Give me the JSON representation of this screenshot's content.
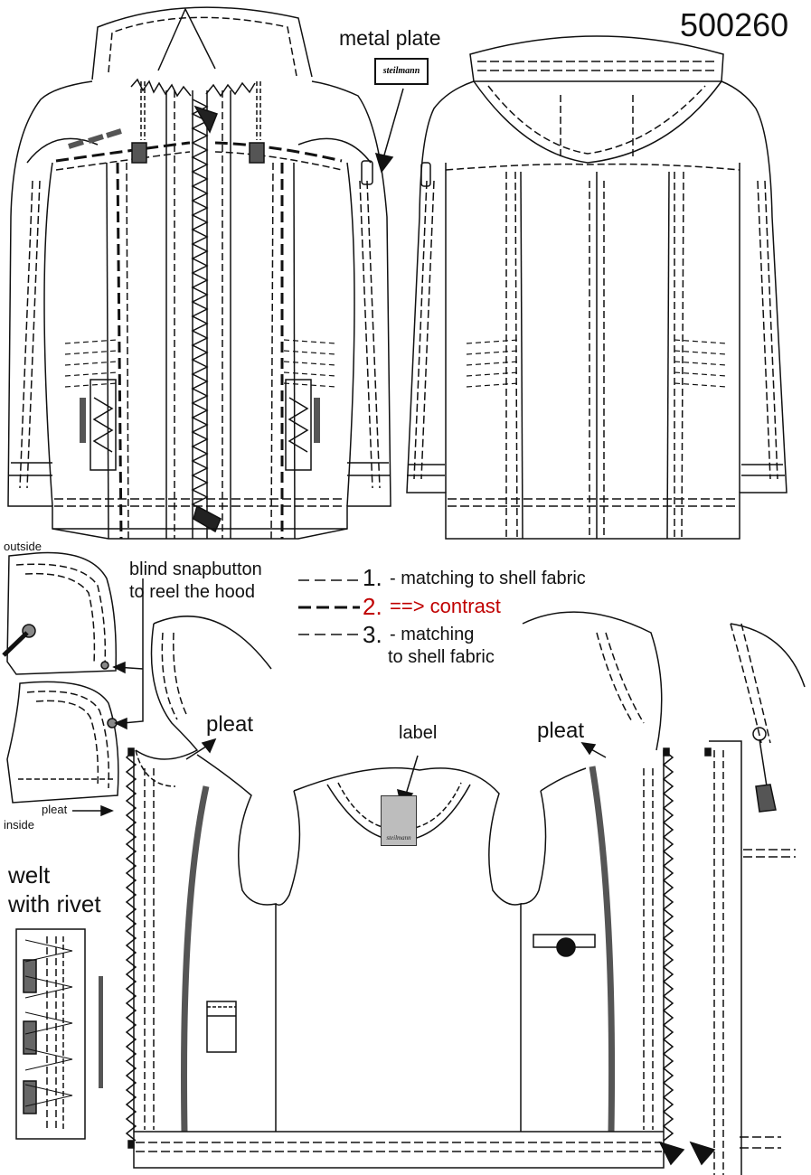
{
  "style_number": "500260",
  "metal_plate": {
    "title": "metal plate",
    "brand": "steilmann"
  },
  "hood_detail": {
    "outside": "outside",
    "inside": "inside",
    "pleat": "pleat",
    "blind_snap_line1": "blind snapbutton",
    "blind_snap_line2": "to reel the hood"
  },
  "legend": [
    {
      "num": "1.",
      "text": "- matching to shell fabric",
      "color": "#111111"
    },
    {
      "num": "2.",
      "text": "==> contrast",
      "color": "#c00000"
    },
    {
      "num": "3.",
      "text_line1": "- matching",
      "text_line2": "to shell fabric",
      "color": "#111111"
    }
  ],
  "inner_view": {
    "pleat_left": "pleat",
    "pleat_right": "pleat",
    "label": "label",
    "label_brand": "steilmann"
  },
  "welt": {
    "line1": "welt",
    "line2": "with rivet"
  },
  "colors": {
    "contrast": "#c00000",
    "fill_dark": "#555555",
    "label_fill": "#bdbdbd"
  }
}
